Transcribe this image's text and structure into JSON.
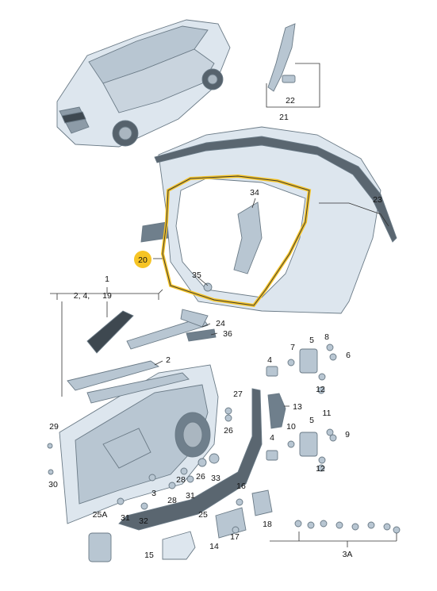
{
  "accent": "#f6c425",
  "highlight_label": "20",
  "labels": {
    "l1": "1",
    "l2_4": "2, 4,",
    "l19": "19",
    "l2": "2",
    "l3": "3",
    "l3A": "3A",
    "l4a": "4",
    "l4b": "4",
    "l5a": "5",
    "l5b": "5",
    "l6": "6",
    "l7": "7",
    "l8": "8",
    "l9": "9",
    "l10": "10",
    "l11": "11",
    "l12a": "12",
    "l12b": "12",
    "l13": "13",
    "l14": "14",
    "l15": "15",
    "l16": "16",
    "l17": "17",
    "l18": "18",
    "l21": "21",
    "l22": "22",
    "l23": "23",
    "l24": "24",
    "l25": "25",
    "l25A": "25A",
    "l26a": "26",
    "l26b": "26",
    "l27": "27",
    "l28a": "28",
    "l28b": "28",
    "l29": "29",
    "l30": "30",
    "l31a": "31",
    "l31b": "31",
    "l32": "32",
    "l33": "33",
    "l34": "34",
    "l35": "35",
    "l36": "36"
  }
}
